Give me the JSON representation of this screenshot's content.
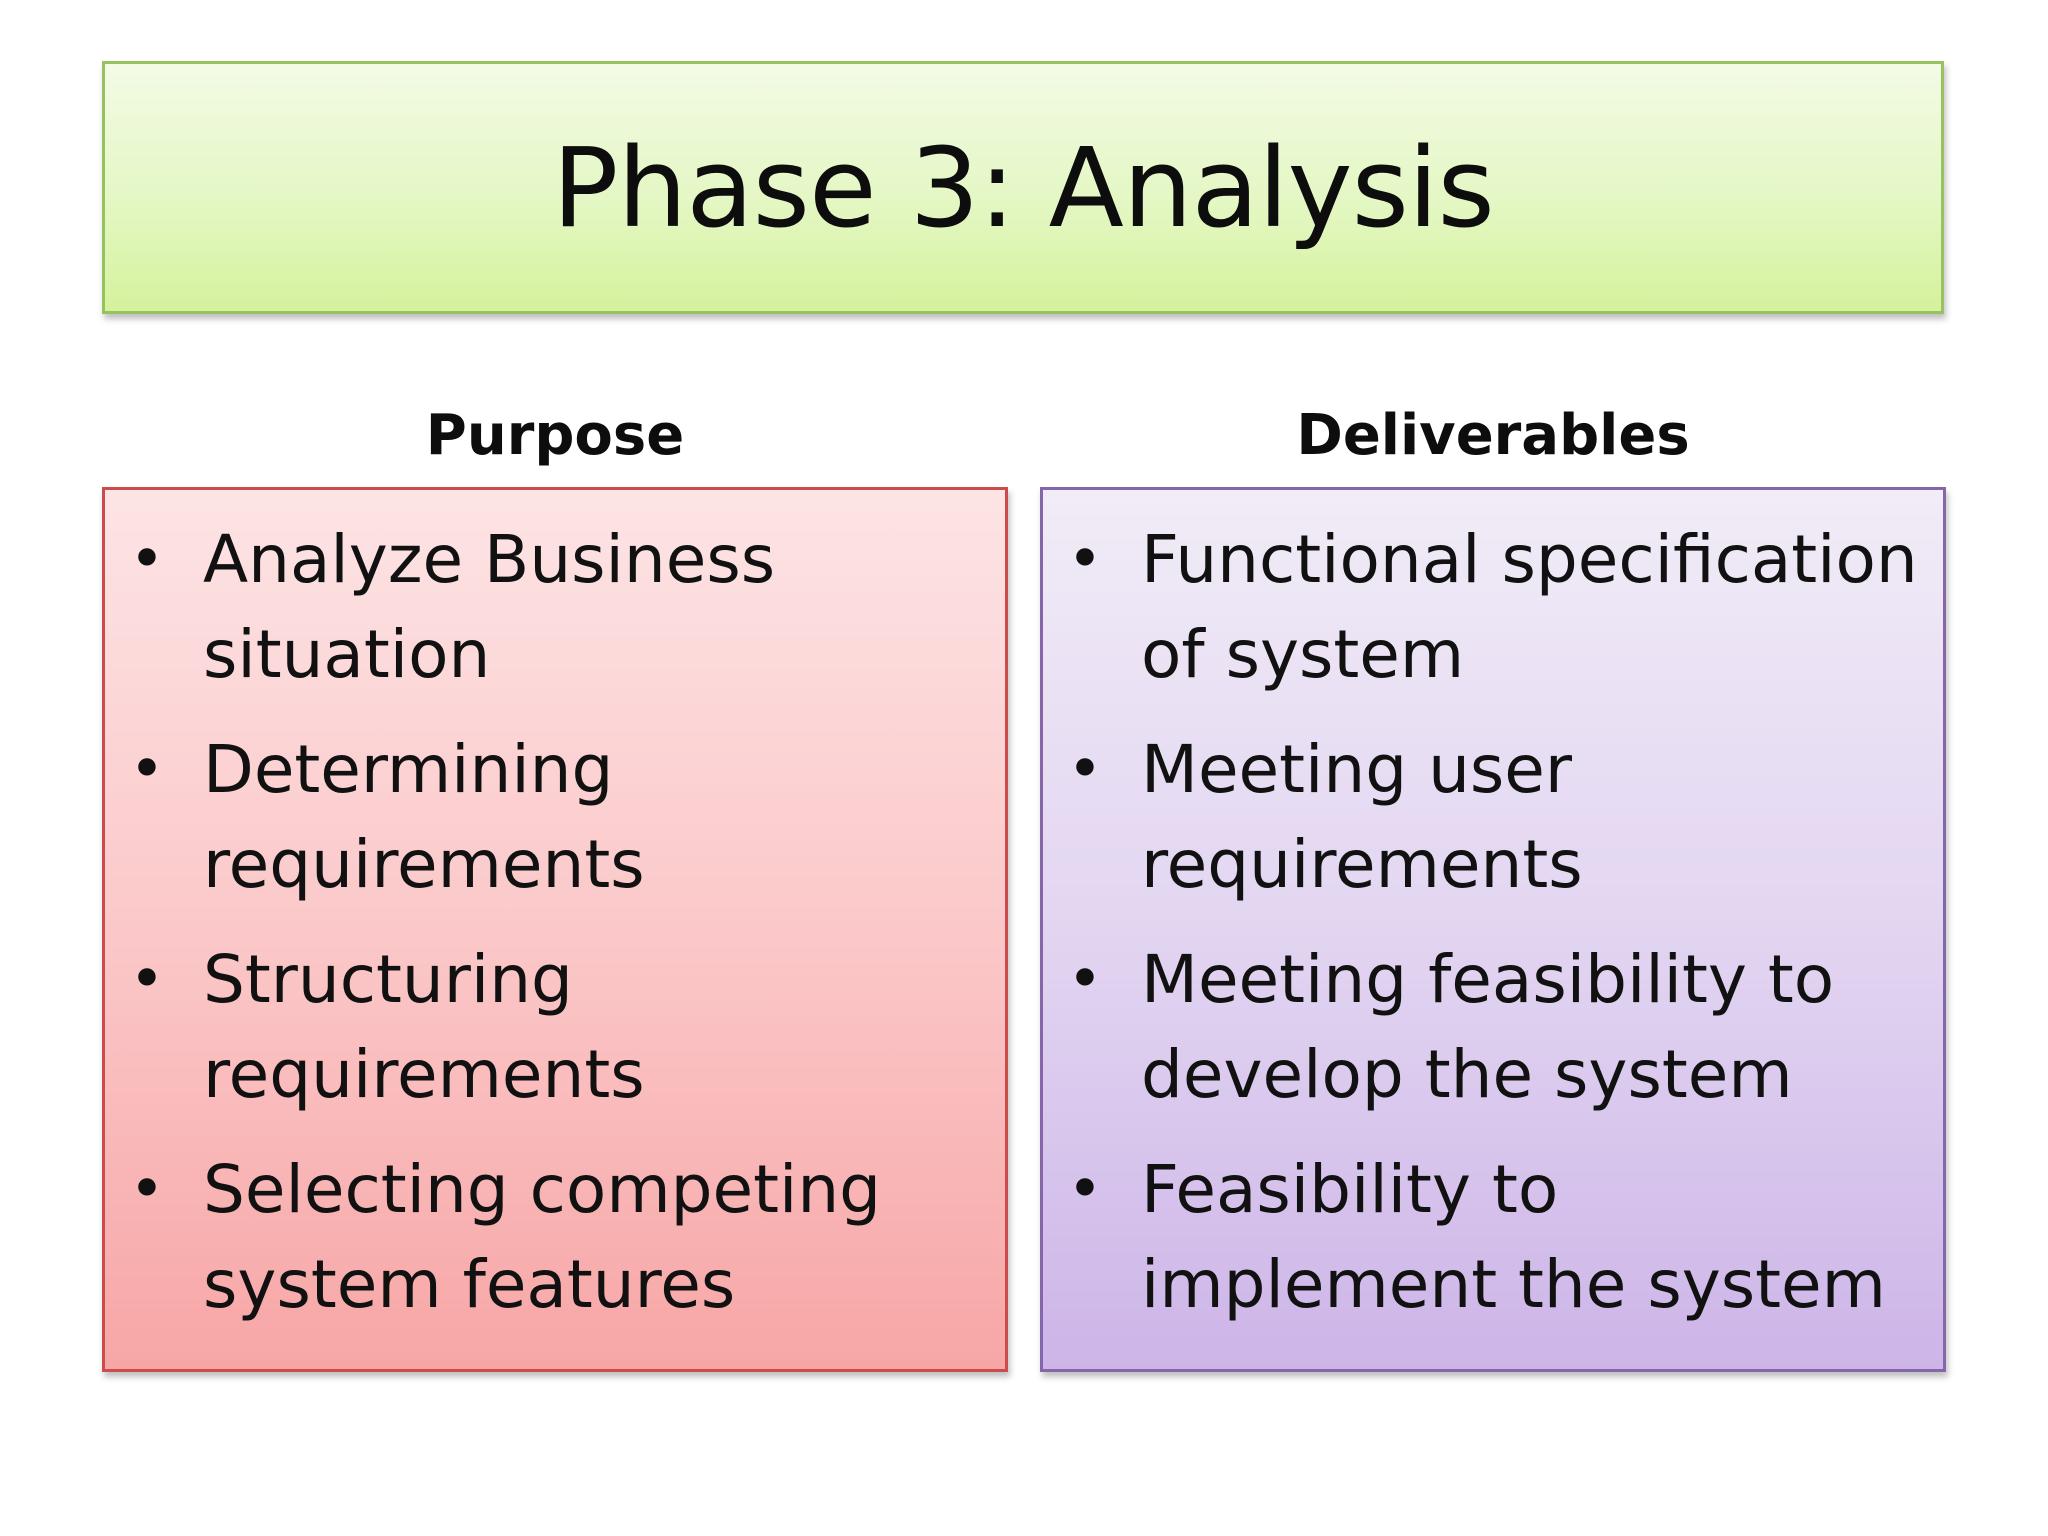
{
  "slide": {
    "title": "Phase 3: Analysis"
  },
  "purpose": {
    "heading": "Purpose",
    "items": [
      "Analyze  Business situation",
      "Determining requirements",
      "Structuring requirements",
      "Selecting competing system features"
    ]
  },
  "deliverables": {
    "heading": "Deliverables",
    "items": [
      "Functional specification of system",
      "Meeting user requirements",
      "Meeting feasibility to develop the system",
      "Feasibility to implement the system"
    ]
  },
  "colors": {
    "title_fill": "#e4f7c4",
    "title_border": "#98c160",
    "purpose_fill": "#fbc8c9",
    "purpose_border": "#cc4b4b",
    "deliverables_fill": "#e2d5f1",
    "deliverables_border": "#8566a8"
  }
}
